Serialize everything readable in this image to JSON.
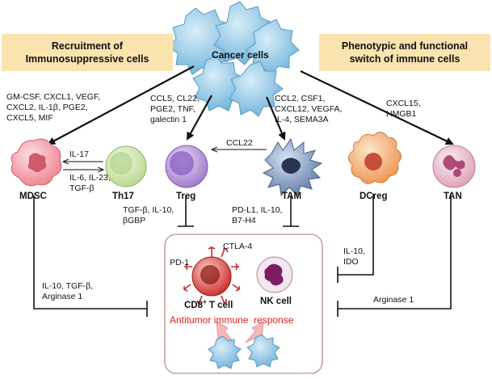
{
  "banners": {
    "left": "Recruitment of\nImmunosuppressive cells",
    "right": "Phenotypic and functional\nswitch of immune cells"
  },
  "cancer_cells_label": "Cancer cells",
  "cells": {
    "mdsc": "MDSC",
    "th17": "Th17",
    "treg": "Treg",
    "tam": "TAM",
    "dcreg": "DCreg",
    "tan": "TAN",
    "cd8": "CD8",
    "cd8_sup": "+",
    "cd8_suffix": " T cell",
    "nk": "NK cell"
  },
  "factors": {
    "mdsc_recruit": "GM-CSF, CXCL1, VEGF,\nCXCL2, IL-1β, PGE2,\nCXCL5, MIF",
    "treg_recruit": "CCL5, CL22,\nPGE2, TNF,\ngalectin 1",
    "tam_recruit": "CCL2, CSF1,\nCXCL12, VEGFA,\nIL-4, SEMA3A",
    "tan_recruit": "CXCL15,\nHMGB1",
    "il17": "IL-17",
    "il6": "IL-6, IL-23,\nTGF-β",
    "ccl22": "CCL22",
    "treg_suppress": "TGF-β, IL-10,\nβGBP",
    "tam_suppress": "PD-L1, IL-10,\nB7-H4",
    "mdsc_suppress": "IL-10, TGF-β,\nArginase 1",
    "dcreg_suppress": "IL-10,\nIDO",
    "tan_suppress": "Arginase 1"
  },
  "immune_box": {
    "ctla4": "CTLA-4",
    "pd1": "PD-1",
    "response": "Antitumor immune  response"
  },
  "colors": {
    "banner": "#fbe3b0",
    "box_border": "#c8a0a0",
    "response_text": "#e02020",
    "cancer_cell": "#8fc6e6",
    "mdsc": "#f5a0a8",
    "th17": "#c9e3a8",
    "treg": "#b59ad6",
    "tam": "#7a8fb0",
    "dcreg": "#f3a864",
    "tan": "#e8b8c8",
    "cd8": "#d83030",
    "nk": "#8a2a70"
  }
}
